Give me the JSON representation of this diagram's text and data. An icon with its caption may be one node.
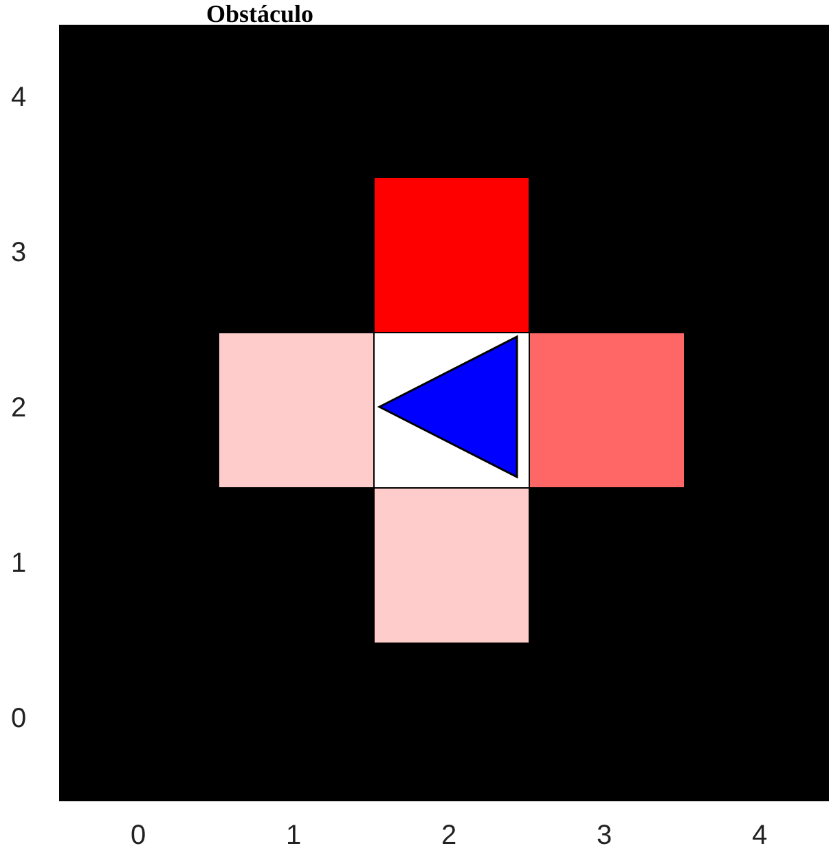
{
  "diagram": {
    "title": "Obstáculo",
    "labels": [
      "4",
      "3",
      "2",
      "1",
      "0",
      "0",
      "1",
      "2",
      "3",
      "4"
    ]
  }
}
